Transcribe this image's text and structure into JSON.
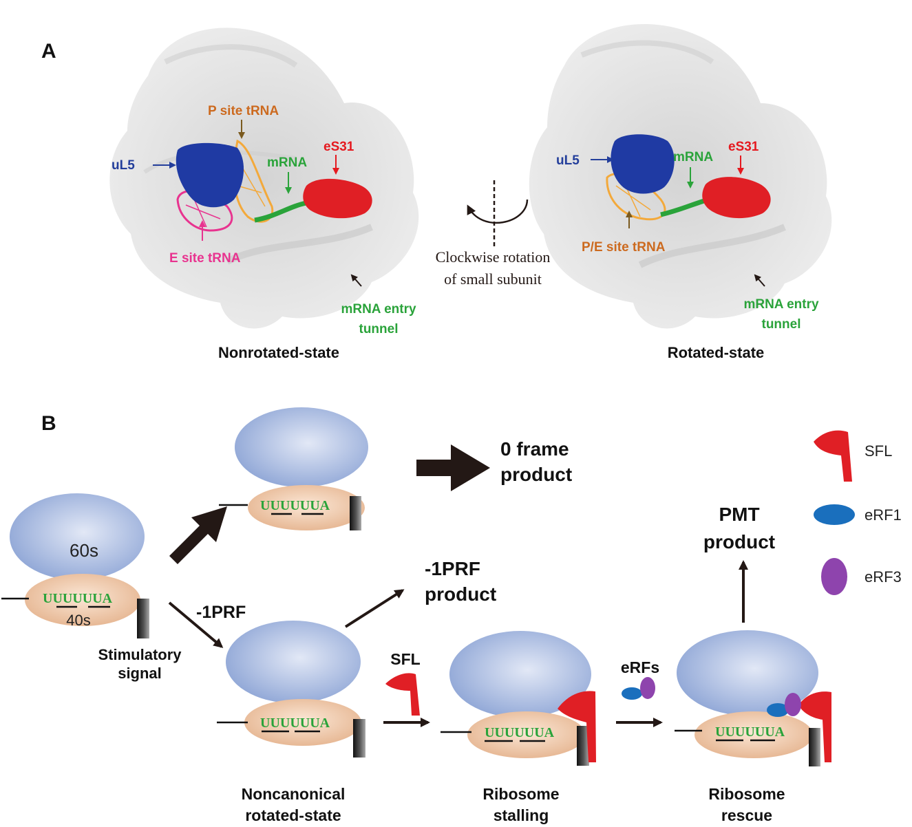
{
  "panel_a": {
    "label": "A",
    "nonrotated": {
      "title": "Nonrotated-state",
      "p_site": "P site tRNA",
      "ul5": "uL5",
      "mrna": "mRNA",
      "es31": "eS31",
      "e_site": "E site tRNA",
      "entry_line1": "mRNA entry",
      "entry_line2": "tunnel"
    },
    "rotated": {
      "title": "Rotated-state",
      "ul5": "uL5",
      "mrna": "mRNA",
      "es31": "eS31",
      "pe_site": "P/E site tRNA",
      "entry_line1": "mRNA entry",
      "entry_line2": "tunnel"
    },
    "rotation_line1": "Clockwise rotation",
    "rotation_line2": "of small subunit"
  },
  "panel_b": {
    "label": "B",
    "large_subunit": "60s",
    "small_subunit": "40s",
    "sequence": "UUUUUUA",
    "stimulatory_line1": "Stimulatory",
    "stimulatory_line2": "signal",
    "prf_arrow": "-1PRF",
    "zero_frame_line1": "0 frame",
    "zero_frame_line2": "product",
    "prf_product_line1": "-1PRF",
    "prf_product_line2": "product",
    "sfl": "SFL",
    "erfs": "eRFs",
    "pmt_line1": "PMT",
    "pmt_line2": "product",
    "noncanonical_line1": "Noncanonical",
    "noncanonical_line2": "rotated-state",
    "stalling_line1": "Ribosome",
    "stalling_line2": "stalling",
    "rescue_line1": "Ribosome",
    "rescue_line2": "rescue",
    "legend": [
      {
        "label": "SFL",
        "icon": "sfl-flag-icon",
        "color": "#e5191f"
      },
      {
        "label": "eRF1",
        "icon": "erf1-oval-icon",
        "color": "#1a6fbd"
      },
      {
        "label": "eRF3",
        "icon": "erf3-oval-icon",
        "color": "#8e44ad"
      }
    ]
  }
}
